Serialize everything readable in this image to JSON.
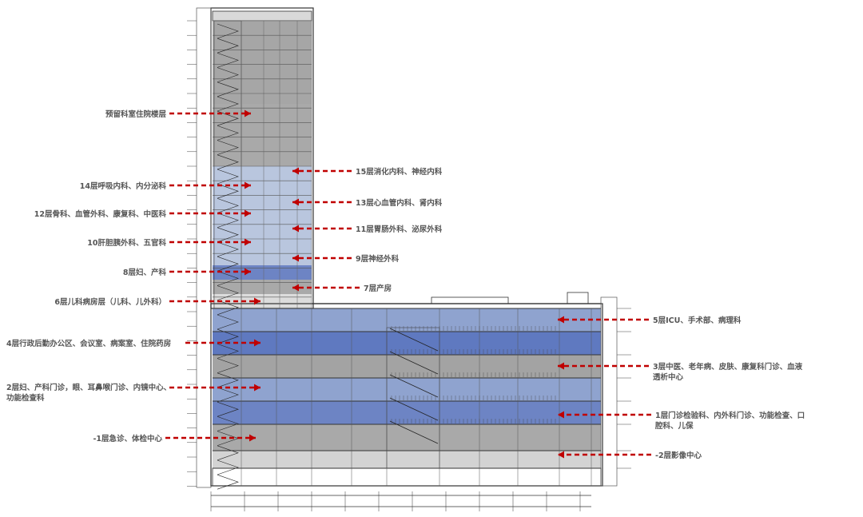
{
  "labels_left": [
    {
      "id": "reserved-ward-floors",
      "text": "预留科室住院楼层"
    },
    {
      "id": "floor-14",
      "text": "14层呼吸内科、内分泌科"
    },
    {
      "id": "floor-12",
      "text": "12层骨科、血管外科、康复科、中医科"
    },
    {
      "id": "floor-10",
      "text": "10肝胆胰外科、五官科"
    },
    {
      "id": "floor-8",
      "text": "8层妇、产科"
    },
    {
      "id": "floor-6",
      "text": "6层儿科病房层（儿科、儿外科）"
    },
    {
      "id": "floor-4",
      "text": "4层行政后勤办公区、会议室、病案室、住院药房"
    },
    {
      "id": "floor-2",
      "lines": [
        "2层妇、产科门诊，眼、耳鼻喉门诊、内镜中心、",
        "功能检查科"
      ]
    },
    {
      "id": "floor-b1",
      "text": "-1层急诊、体检中心"
    }
  ],
  "labels_right": [
    {
      "id": "floor-15",
      "text": "15层消化内科、神经内科"
    },
    {
      "id": "floor-13",
      "text": "13层心血管内科、肾内科"
    },
    {
      "id": "floor-11",
      "text": "11层胃肠外科、泌尿外科"
    },
    {
      "id": "floor-9",
      "text": "9层神经外科"
    },
    {
      "id": "floor-7",
      "text": "7层产房"
    },
    {
      "id": "floor-5",
      "text": "5层ICU、手术部、病理科"
    },
    {
      "id": "floor-3",
      "lines": [
        "3层中医、老年病、皮肤、康复科门诊、血液",
        "透析中心"
      ]
    },
    {
      "id": "floor-1",
      "lines": [
        "1层门诊检验科、内外科门诊、功能检查、口",
        "腔科、儿保"
      ]
    },
    {
      "id": "floor-b2",
      "text": "-2层影像中心"
    }
  ],
  "colors": {
    "arrow": "#c00000",
    "label_text": "#555555",
    "gray_floor": "#a9a9a9",
    "light_blue_floor": "#b9c6de",
    "mid_blue_floor": "#8fa3cf",
    "blue_floor": "#6d84c4",
    "structure_line": "#333333"
  }
}
